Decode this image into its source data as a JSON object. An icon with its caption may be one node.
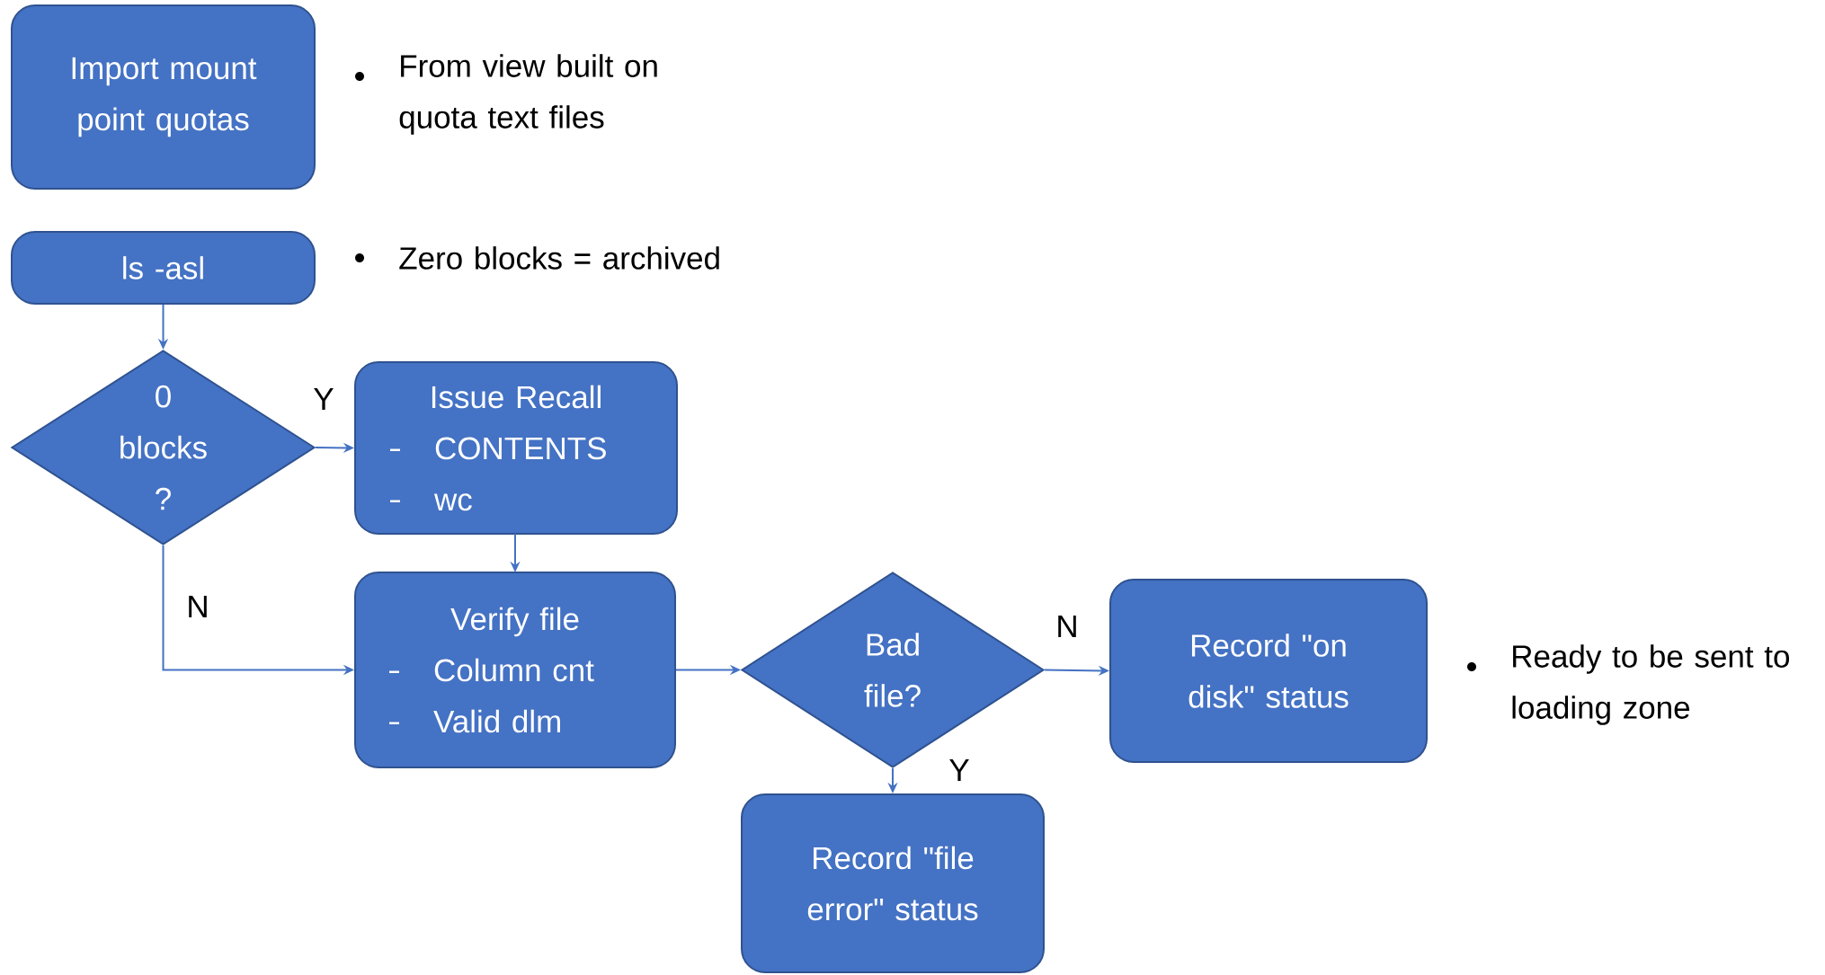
{
  "diagram": {
    "nodes": [
      {
        "text": [
          "Import mount point quotas"
        ],
        "beside": [
          "From view built on quota text files"
        ]
      },
      {
        "text": [
          "ls -asl"
        ],
        "beside": [
          "Zero blocks = archived"
        ]
      },
      {
        "text": [
          "0 blocks ?"
        ]
      },
      {
        "text": [
          "Issue Recall",
          "CONTENTS",
          "wc"
        ]
      },
      {
        "text": [
          "Verify file",
          "Column cnt",
          "Valid dlm"
        ]
      },
      {
        "text": [
          "Bad file?"
        ]
      },
      {
        "text": [
          "Record \"on disk\" status"
        ],
        "beside": [
          "Ready to be sent to loading zone"
        ]
      },
      {
        "text": [
          "Record \"file error\" status"
        ]
      }
    ],
    "edges": [
      {
        "from": 1,
        "to": 2,
        "arrow": "to"
      },
      {
        "from": 2,
        "to": 3,
        "arrow": "to",
        "label": "Y"
      },
      {
        "from": 2,
        "to": 4,
        "arrow": "to",
        "label": "N"
      },
      {
        "from": 3,
        "to": 4,
        "arrow": "to"
      },
      {
        "from": 4,
        "to": 5,
        "arrow": "to"
      },
      {
        "from": 5,
        "to": 6,
        "arrow": "to",
        "label": "N"
      },
      {
        "from": 5,
        "to": 7,
        "arrow": "to",
        "label": "Y"
      }
    ]
  }
}
